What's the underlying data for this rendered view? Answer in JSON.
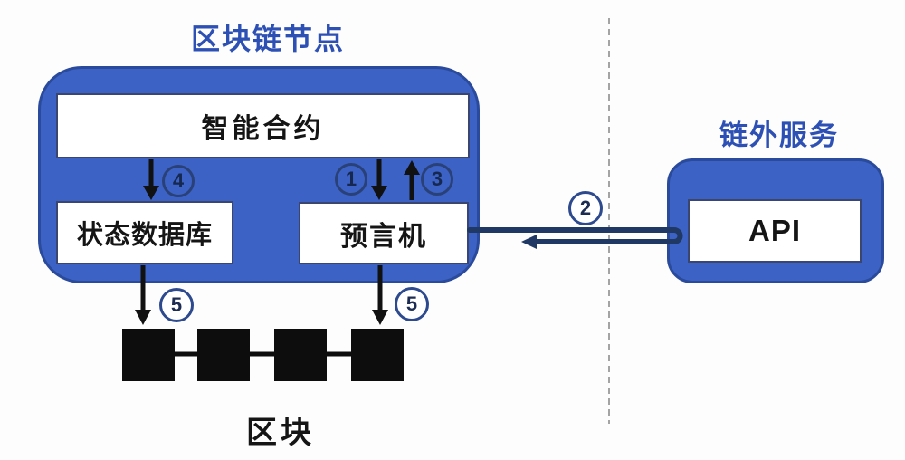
{
  "left_panel": {
    "title": "区块链节点",
    "smart_contract_label": "智能合约",
    "state_database_label": "状态数据库",
    "oracle_label": "预言机",
    "blocks_label": "区块",
    "block_count": 4
  },
  "right_panel": {
    "title": "链外服务",
    "api_label": "API"
  },
  "steps": {
    "step1": "1",
    "step2": "2",
    "step3": "3",
    "step4": "4",
    "step5_left": "5",
    "step5_right": "5"
  },
  "flows": [
    {
      "step": "1",
      "from": "智能合约",
      "to": "预言机"
    },
    {
      "step": "2",
      "from": "API",
      "to": "预言机"
    },
    {
      "step": "3",
      "from": "预言机",
      "to": "智能合约"
    },
    {
      "step": "4",
      "from": "智能合约",
      "to": "状态数据库"
    },
    {
      "step": "5",
      "from": "状态数据库",
      "to": "区块"
    },
    {
      "step": "5",
      "from": "预言机",
      "to": "区块"
    }
  ],
  "colors": {
    "panel_blue": "#3b62c4",
    "panel_border": "#2a4a9c",
    "title_blue": "#2d50b4",
    "navy_arrow": "#1f3864",
    "black_arrow": "#111111",
    "divider_gray": "#9a9a9a",
    "block_black": "#0d0d0d"
  }
}
